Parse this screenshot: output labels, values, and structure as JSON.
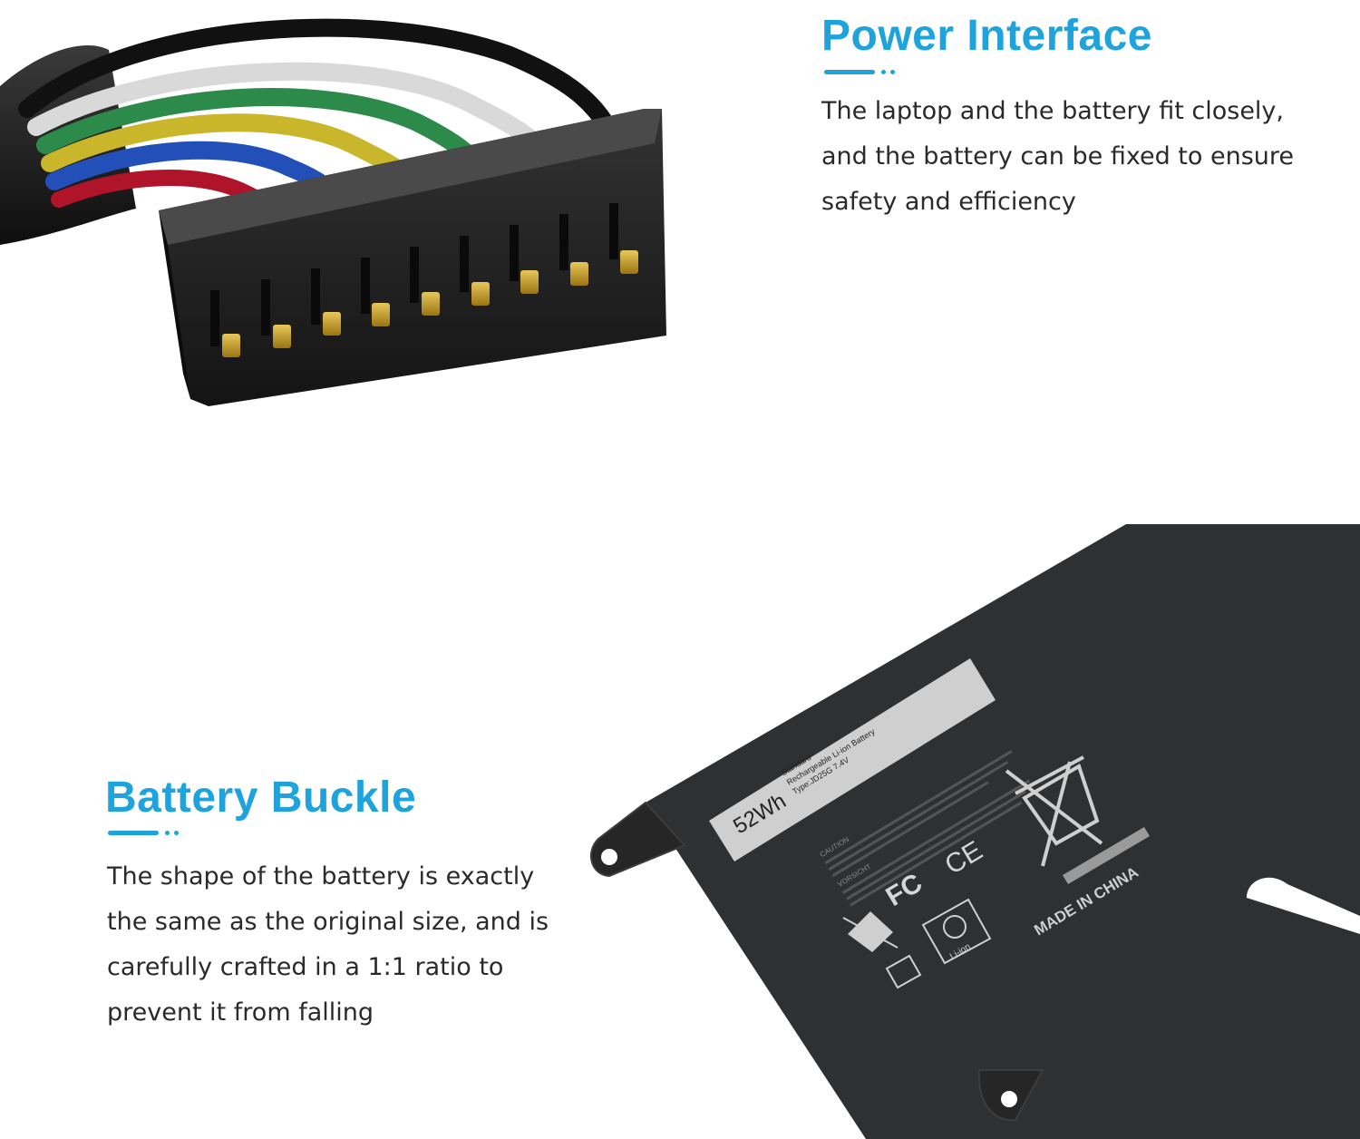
{
  "power": {
    "heading": "Power Interface",
    "text": "The laptop and the battery fit closely, and the battery can be fixed to ensure safety and efficiency"
  },
  "buckle": {
    "heading": "Battery Buckle",
    "text": "The shape of the battery is exactly the same as the original size, and is carefully crafted in a 1:1 ratio to prevent it from falling"
  },
  "battery_label": {
    "capacity": "52Wh",
    "line1": "Standard",
    "line2": "Rechargeable Li-ion Battery",
    "line3": "Type:JD25G 7.4V",
    "caution": "CAUTION",
    "vorsicht": "VORSICHT",
    "made_in": "MADE IN CHINA",
    "recycle": "Li-ion"
  },
  "colors": {
    "accent": "#1ea3dc",
    "battery": "#2e2f30",
    "connector": "#1e1e1e",
    "pins": "#c9a21f"
  }
}
